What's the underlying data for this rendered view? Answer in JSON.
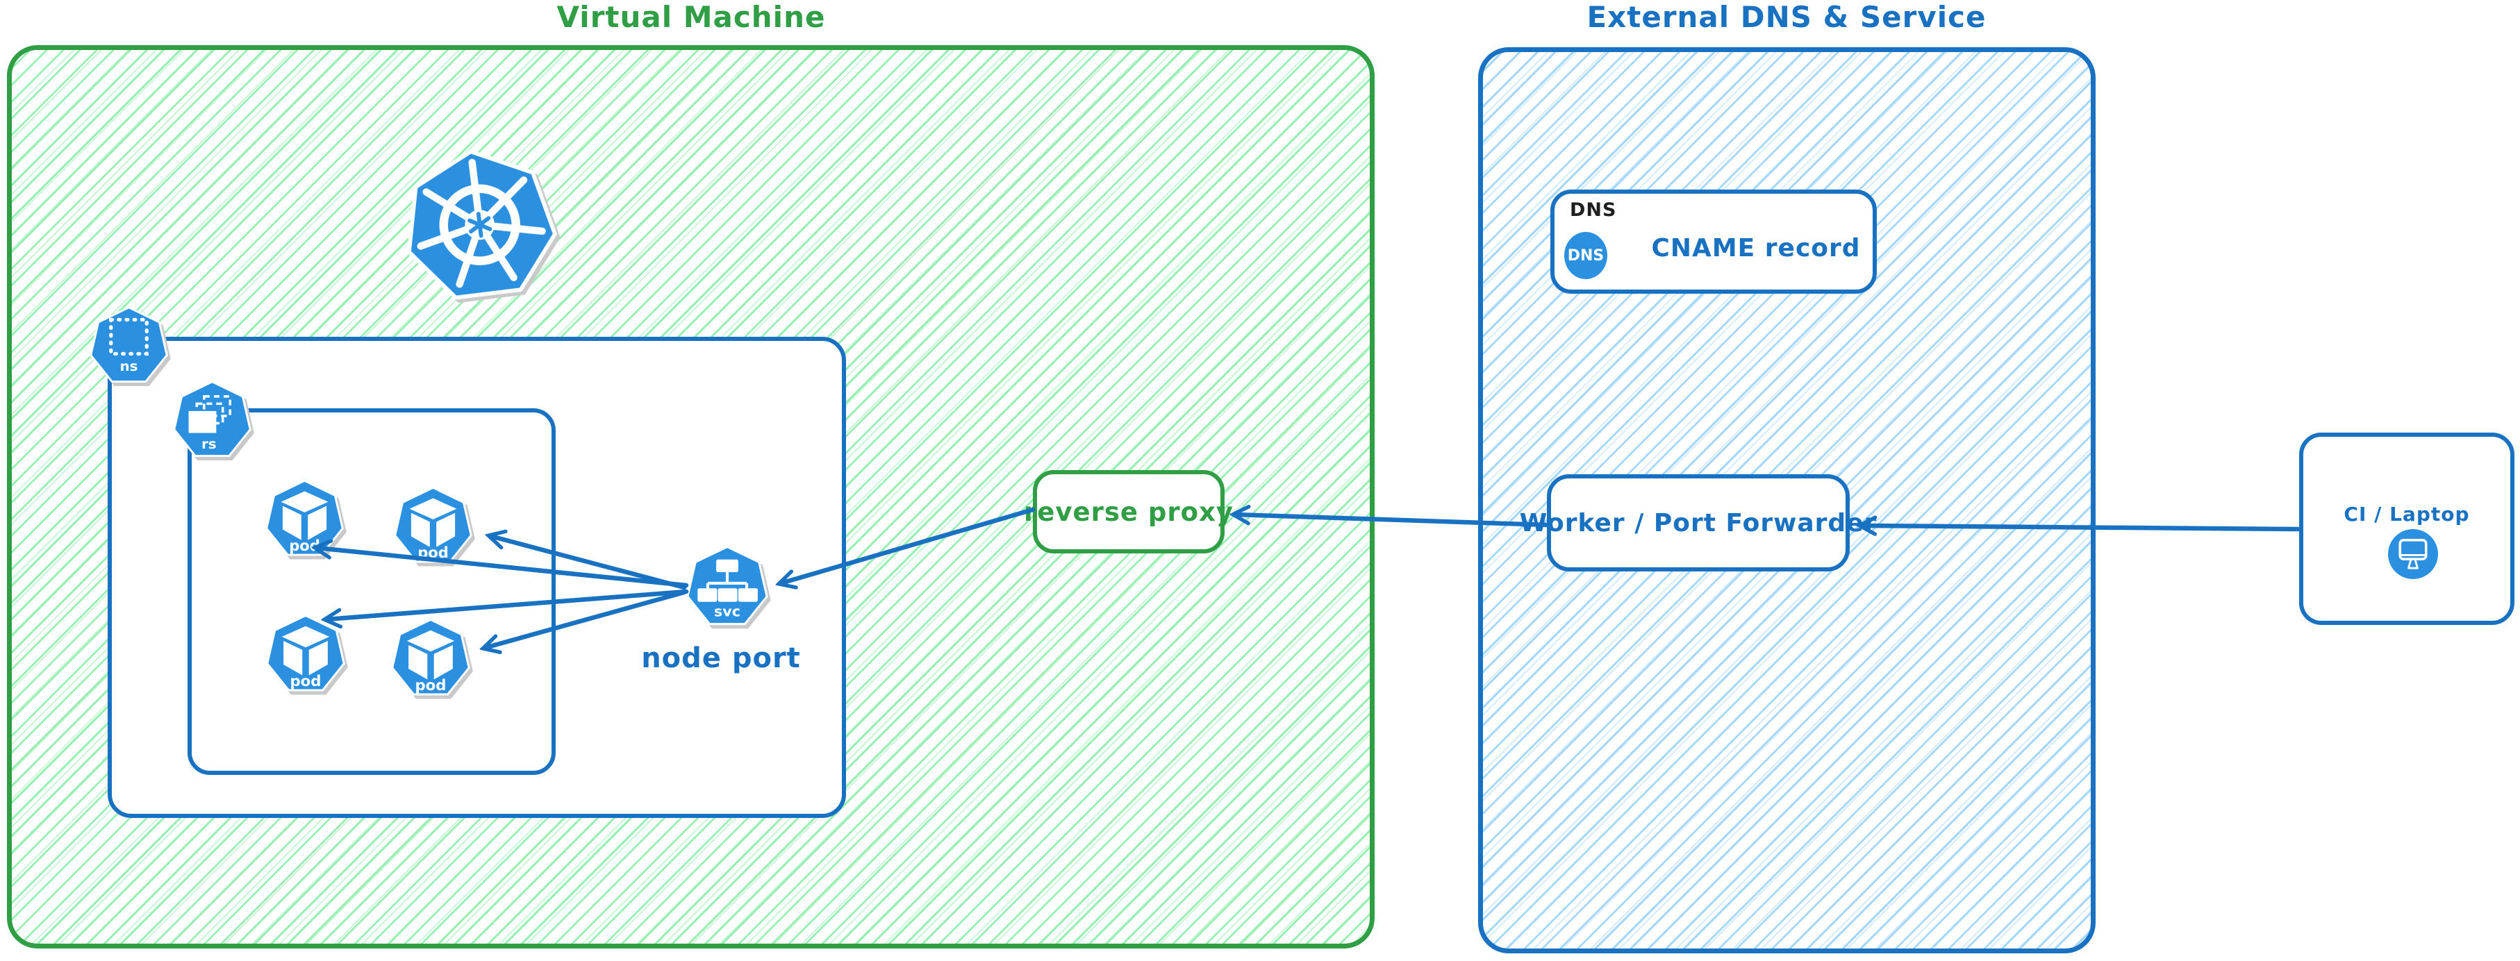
{
  "titles": {
    "vm_group": "Virtual Machine",
    "external_group": "External DNS & Service"
  },
  "labels": {
    "ns": "ns",
    "rs": "rs",
    "pod": "pod",
    "svc": "svc",
    "node_port": "node port",
    "reverse_proxy": "reverse proxy",
    "dns_group_tag": "DNS",
    "dns_badge": "DNS",
    "cname_record": "CNAME record",
    "worker": "Worker / Port Forwarder",
    "ci_laptop": "CI / Laptop"
  },
  "icons": [
    "kubernetes-icon",
    "namespace-icon",
    "replicaset-icon",
    "pod-icon",
    "service-icon",
    "dns-badge-icon",
    "laptop-icon"
  ],
  "colors": {
    "green_stroke": "#2f9e44",
    "green_hatch": "#9af0b4",
    "blue_stroke": "#1971c2",
    "blue_hatch": "#a5d8fa",
    "icon_blue": "#2b90e0",
    "black_text": "#1e1e1e",
    "white": "#ffffff"
  }
}
